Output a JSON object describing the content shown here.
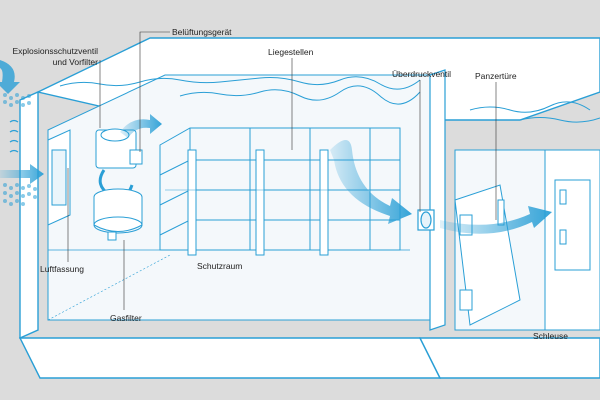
{
  "labels": {
    "explosionsschutzventil_line1": "Explosionsschutzventil",
    "explosionsschutzventil_line2": "und Vorfilter",
    "belueftungsgeraet": "Belüftungsgerät",
    "liegestellen": "Liegestellen",
    "ueberdruckventil": "Überdruckventil",
    "panzertuere": "Panzertüre",
    "schutzraum": "Schutzraum",
    "luftfassung": "Luftfassung",
    "gasfilter": "Gasfilter",
    "schleuse": "Schleuse"
  },
  "colors": {
    "background": "#dcdcdc",
    "structure_line": "#2a9fd6",
    "wall_fill": "#ffffff",
    "inner_fill": "#f4f8fb",
    "airflow": "#2a9fd6",
    "label_text": "#222222",
    "leader_line": "#333333"
  }
}
